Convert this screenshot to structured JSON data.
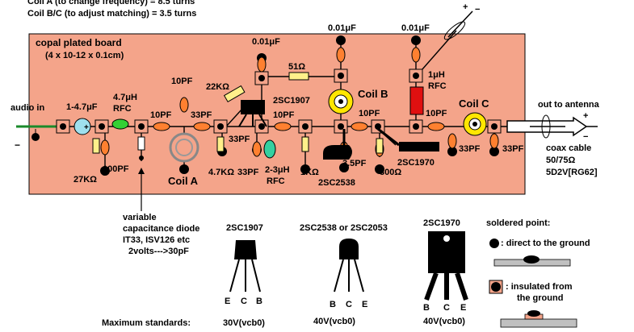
{
  "header_notes": [
    "Coil A (to change frequency) = 8.5 turns",
    "Coil B/C (to adjust matching) = 3.5 turns"
  ],
  "board": {
    "title": "copal plated board",
    "size": "(4 x 10-12 x 0.1cm)"
  },
  "labels": {
    "audio_in": "audio in",
    "cap_1_4u": "1-4.7μF",
    "rfc_4_7u": "4.7μH",
    "rfc_4_7u_b": "RFC",
    "r_22k": "22KΩ",
    "c_10pf_a": "10PF",
    "c_10pf_b": "10PF",
    "c_33pf_a": "33PF",
    "c_001_a": "0.01μF",
    "r_51": "51Ω",
    "c_001_b": "0.01μF",
    "c_001_c": "0.01μF",
    "rfc_1u": "1μH",
    "rfc_1u_b": "RFC",
    "t1": "2SC1907",
    "c_10pf_c": "10PF",
    "coil_b": "Coil B",
    "c_10pf_d": "10PF",
    "c_10pf_e": "10PF",
    "coil_c": "Coil C",
    "out_antenna": "out to antenna",
    "plus_top": "+",
    "minus_top": "−",
    "plus_right": "+",
    "minus_right": "−",
    "minus_left": "−",
    "plus_mid": "+",
    "c_33pf_b": "33PF",
    "r_27k": "27KΩ",
    "c_100pf": "100PF",
    "coil_a": "Coil A",
    "r_47k": "4.7KΩ",
    "c_33pf_c": "33PF",
    "rfc_23u": "2-3μH",
    "rfc_23u_b": "RFC",
    "r_1k": "1KΩ",
    "c_35pf": "3.5PF",
    "t2": "2SC2538",
    "r_300": "300Ω",
    "t3": "2SC1970",
    "c_33pf_d": "33PF",
    "c_33pf_e": "33PF",
    "coax1": "coax cable",
    "coax2": "50/75Ω",
    "coax3": "5D2V[RG62]"
  },
  "diode_note": [
    "variable",
    "capacitance diode",
    "IT33, ISV126 etc",
    "2volts--->30pF"
  ],
  "pinouts": [
    {
      "name": "2SC1907",
      "pins": [
        "E",
        "C",
        "B"
      ],
      "max": "30V(vcb0)"
    },
    {
      "name": "2SC2538 or 2SC2053",
      "pins": [
        "B",
        "C",
        "E"
      ],
      "max": "40V(vcb0)"
    },
    {
      "name": "2SC1970",
      "pins": [
        "B",
        "C",
        "E"
      ],
      "max": "40V(vcb0)"
    }
  ],
  "max_standards_label": "Maximum standards:",
  "soldered": {
    "title": "soldered point:",
    "direct": ": direct to the ground",
    "insulated1": ": insulated from",
    "insulated2": "the ground"
  }
}
